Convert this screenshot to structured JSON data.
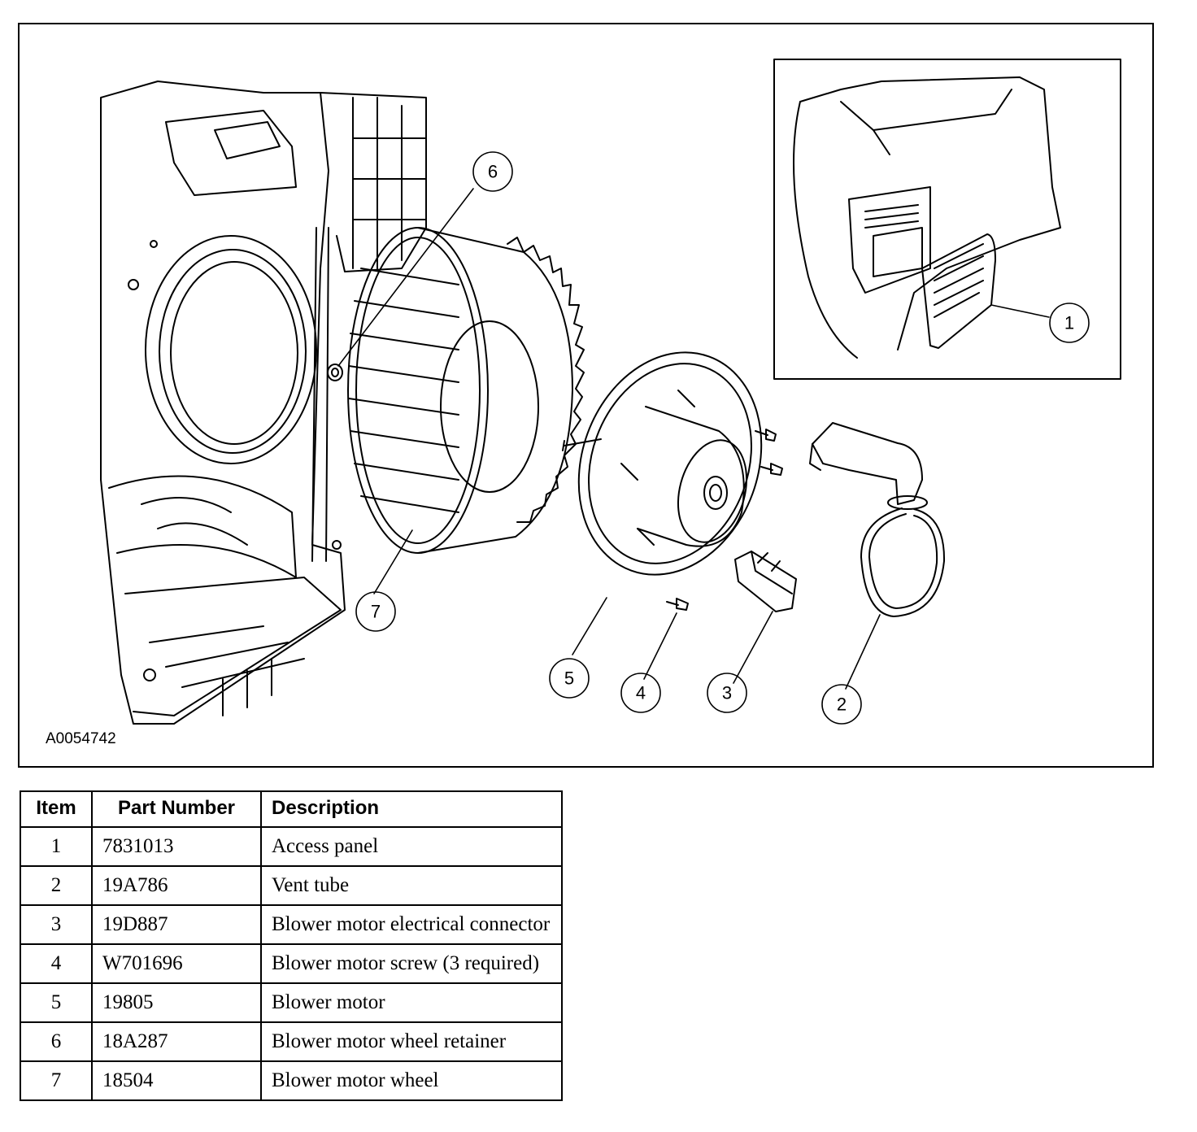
{
  "figure": {
    "figure_id": "A0054742",
    "callouts": [
      "1",
      "2",
      "3",
      "4",
      "5",
      "6",
      "7"
    ]
  },
  "table": {
    "headers": {
      "item": "Item",
      "part_number": "Part Number",
      "description": "Description"
    },
    "rows": [
      {
        "item": "1",
        "part_number": "7831013",
        "description": "Access panel"
      },
      {
        "item": "2",
        "part_number": "19A786",
        "description": "Vent tube"
      },
      {
        "item": "3",
        "part_number": "19D887",
        "description": "Blower motor electrical connector"
      },
      {
        "item": "4",
        "part_number": "W701696",
        "description": "Blower motor screw (3 required)"
      },
      {
        "item": "5",
        "part_number": "19805",
        "description": "Blower motor"
      },
      {
        "item": "6",
        "part_number": "18A287",
        "description": "Blower motor wheel retainer"
      },
      {
        "item": "7",
        "part_number": "18504",
        "description": "Blower motor wheel"
      }
    ]
  }
}
